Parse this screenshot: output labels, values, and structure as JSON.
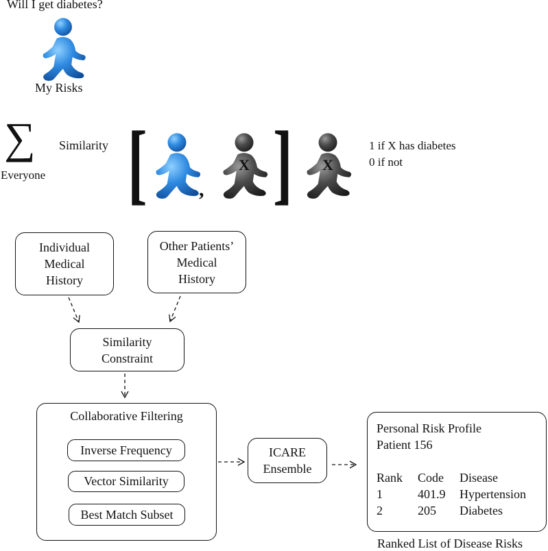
{
  "header": {
    "question": "Will I get diabetes?",
    "my_risks_label": "My Risks"
  },
  "formula": {
    "sum_symbol": "∑",
    "sum_label": "Everyone",
    "similarity_label": "Similarity",
    "open_bracket": "[",
    "close_bracket": "]",
    "comma": ",",
    "other_person_mark": "X",
    "indicator_line1": "1 if X has diabetes",
    "indicator_line2": "0 if not"
  },
  "flow": {
    "individual_history": [
      "Individual",
      "Medical",
      "History"
    ],
    "other_history": [
      "Other Patients’",
      "Medical",
      "History"
    ],
    "similarity_constraint": [
      "Similarity",
      "Constraint"
    ],
    "collaborative_filtering": {
      "title": "Collaborative Filtering",
      "methods": [
        "Inverse Frequency",
        "Vector Similarity",
        "Best Match Subset"
      ]
    },
    "icare": [
      "ICARE",
      "Ensemble"
    ]
  },
  "profile": {
    "title": "Personal Risk Profile",
    "patient": "Patient 156",
    "columns": [
      "Rank",
      "Code",
      "Disease"
    ],
    "rows": [
      [
        "1",
        "401.9",
        "Hypertension"
      ],
      [
        "2",
        "205",
        "Diabetes"
      ]
    ],
    "caption": "Ranked List of Disease Risks"
  },
  "colors": {
    "blue_person": "#2f7fd6",
    "dark_person": "#3c3c3c"
  },
  "icons": [
    "walking-person-icon",
    "sigma-icon"
  ]
}
